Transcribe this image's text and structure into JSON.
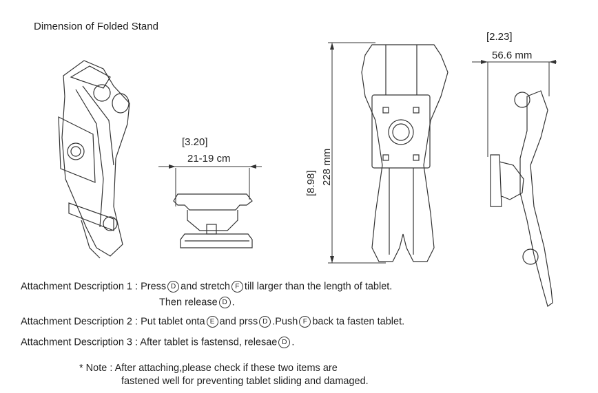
{
  "title": "Dimension of Folded Stand",
  "dims": {
    "depth_in": "3.20",
    "depth_cm": "21-19 cm",
    "height_in": "8.98",
    "height_mm": "228 mm",
    "width_in": "2.23",
    "width_mm": "56.6 mm"
  },
  "descriptions": [
    {
      "label": "Attachment Description 1 :",
      "line1": [
        "Press",
        "D",
        "and stretch",
        "F",
        "till larger than the length of tablet."
      ],
      "line2": [
        "Then release",
        "D",
        "."
      ]
    },
    {
      "label": "Attachment Description 2 :",
      "line1": [
        "Put tablet onta",
        "E",
        "and prss",
        "D",
        ".Push",
        "F",
        "back ta fasten tablet."
      ]
    },
    {
      "label": "Attachment Description 3 :",
      "line1": [
        "After tablet is fastensd, relesae",
        "D",
        "."
      ]
    }
  ],
  "note": {
    "line1": "* Note : After attaching,please check if these two items are",
    "line2": "fastened well for preventing tablet sliding and damaged."
  }
}
